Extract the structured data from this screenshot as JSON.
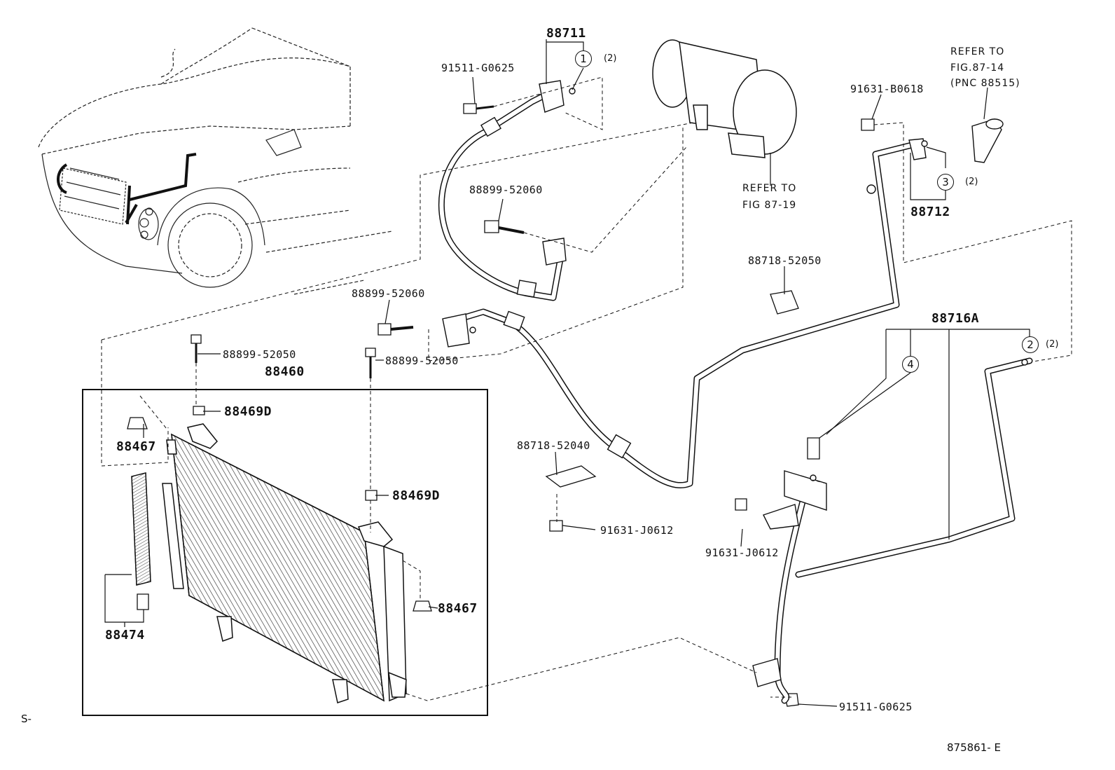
{
  "diagram_code": "875861- E",
  "prefix_label": "S-",
  "parts": {
    "p88711": "88711",
    "p91511_top": "91511-G0625",
    "p88899_52060_top": "88899-52060",
    "p88899_52060_mid": "88899-52060",
    "p88899_52050_left": "88899-52050",
    "p88899_52050_right": "88899-52050",
    "p88460": "88460",
    "p88469D_top": "88469D",
    "p88469D_mid": "88469D",
    "p88467_left": "88467",
    "p88467_right": "88467",
    "p88474": "88474",
    "p88718_52040": "88718-52040",
    "p91631_J0612_center": "91631-J0612",
    "p91631_J0612_right": "91631-J0612",
    "p88718_52050": "88718-52050",
    "p91631_B0618": "91631-B0618",
    "p88712": "88712",
    "p88716A": "88716A",
    "p91511_bottom": "91511-G0625"
  },
  "references": {
    "compressor_line1": "REFER TO",
    "compressor_line2": "FIG 87-19",
    "valve_line1": "REFER TO",
    "valve_line2": "FIG.87-14",
    "valve_line3": "(PNC 88515)"
  },
  "callouts": {
    "c1": "1",
    "c1_qty": "(2)",
    "c2": "2",
    "c2_qty": "(2)",
    "c3": "3",
    "c3_qty": "(2)",
    "c4": "4"
  }
}
